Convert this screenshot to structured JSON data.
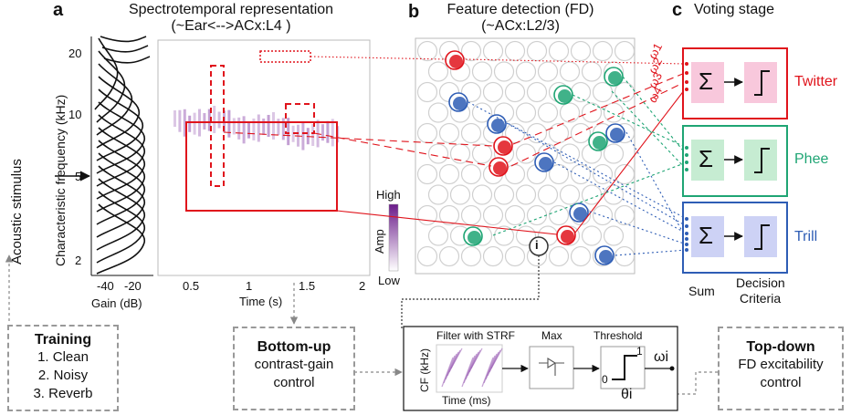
{
  "panel_a": {
    "letter": "a",
    "title_line1": "Spectrotemporal representation",
    "title_line2": "(~Ear<-->ACx:L4 )",
    "input_label": "Acoustic stimulus",
    "y_axis_label": "Characteristic frequency (kHz)",
    "y_ticks": [
      "20",
      "10",
      "5",
      "2"
    ],
    "gain_label": "Gain (dB)",
    "gain_ticks": [
      "-40",
      "-20"
    ],
    "time_label": "Time (s)",
    "time_ticks": [
      "0.5",
      "1",
      "1.5",
      "2"
    ],
    "colorbar_high": "High",
    "colorbar_low": "Low",
    "colorbar_label": "Amp",
    "colors": {
      "spectrogram": "#9b5fb5",
      "highlight": "#e0141c"
    }
  },
  "panel_b": {
    "letter": "b",
    "title_line1": "Feature detection (FD)",
    "title_line2": "(~ACx:L2/3)",
    "info_symbol": "i",
    "colors": {
      "twitter": "#e0141c",
      "phee": "#1fa574",
      "trill": "#2e5db5",
      "neutral": "#d0d0d0"
    }
  },
  "panel_c": {
    "letter": "c",
    "title": "Voting stage",
    "weights": [
      "ω1",
      "ω2",
      "ω3",
      "ω4"
    ],
    "sum_symbol": "Σ",
    "classes": [
      {
        "name": "Twitter",
        "color": "#e0141c",
        "fill": "#f8c8dc"
      },
      {
        "name": "Phee",
        "color": "#1fa574",
        "fill": "#c6ecd2"
      },
      {
        "name": "Trill",
        "color": "#2e5db5",
        "fill": "#cdd2f5"
      }
    ],
    "sum_label": "Sum",
    "decision_label_line1": "Decision",
    "decision_label_line2": "Criteria"
  },
  "training": {
    "title": "Training",
    "items": [
      "1. Clean",
      "2. Noisy",
      "3. Reverb"
    ]
  },
  "bottom_up": {
    "title": "Bottom-up",
    "line1": "contrast-gain",
    "line2": "control"
  },
  "top_down": {
    "title": "Top-down",
    "line1": "FD excitability",
    "line2": "control"
  },
  "fd_detail": {
    "filter_label": "Filter with STRF",
    "max_label": "Max",
    "threshold_label": "Threshold",
    "cf_label": "CF (kHz)",
    "time_label": "Time (ms)",
    "thr_one": "1",
    "thr_zero": "0",
    "output_label": "ωi",
    "theta_label": "θi"
  }
}
